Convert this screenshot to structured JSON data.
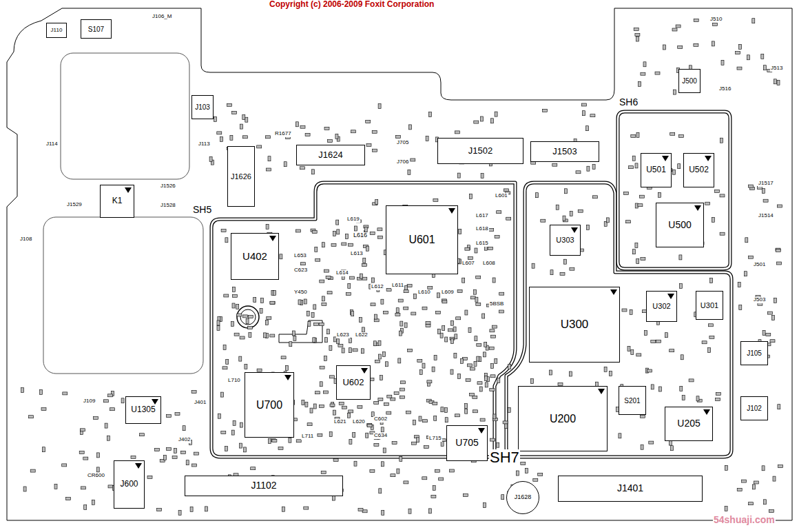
{
  "diagram": {
    "nodes": [
      {
        "text": [
          "J110"
        ]
      },
      {
        "text": [
          "S107"
        ]
      },
      {
        "text": [
          "J103"
        ]
      },
      {
        "text": [
          "J500"
        ]
      },
      {
        "text": [
          "J1624"
        ]
      },
      {
        "text": [
          "J1502"
        ]
      },
      {
        "text": [
          "J1503"
        ]
      },
      {
        "text": [
          "U501"
        ]
      },
      {
        "text": [
          "U502"
        ]
      },
      {
        "text": [
          "J1626"
        ]
      },
      {
        "text": [
          "K1"
        ]
      },
      {
        "text": [
          "U601"
        ]
      },
      {
        "text": [
          "U303"
        ]
      },
      {
        "text": [
          "U500"
        ]
      },
      {
        "text": [
          "U402"
        ]
      },
      {
        "text": [
          "U300"
        ]
      },
      {
        "text": [
          "U302"
        ]
      },
      {
        "text": [
          "U301"
        ]
      },
      {
        "text": [
          "J105"
        ]
      },
      {
        "text": [
          "U602"
        ]
      },
      {
        "text": [
          "U700"
        ]
      },
      {
        "text": [
          "U1305"
        ]
      },
      {
        "text": [
          "U200"
        ]
      },
      {
        "text": [
          "S201"
        ]
      },
      {
        "text": [
          "J102"
        ]
      },
      {
        "text": [
          "U205"
        ]
      },
      {
        "text": [
          "U705"
        ]
      },
      {
        "text": [
          "J600"
        ]
      },
      {
        "text": [
          "J1102"
        ]
      },
      {
        "text": [
          "J1401"
        ]
      },
      {
        "text": [
          "J1628"
        ]
      }
    ],
    "labels": [
      "Copyright (c) 2006-2009 Foxit Corporation",
      "SH5",
      "SH6",
      "SH7",
      "J106_M",
      "J1529",
      "J1526",
      "J1528",
      "R1677",
      "J705",
      "J706",
      "L601",
      "L617",
      "L618",
      "L615",
      "L619",
      "L616",
      "L613",
      "L614",
      "L612",
      "L611",
      "L610",
      "L609",
      "L607",
      "L608",
      "L653",
      "C623",
      "Y450",
      "L623",
      "L622",
      "L710",
      "L711",
      "L621",
      "L620",
      "C602",
      "C634",
      "L715",
      "5BSB",
      "J401",
      "J402",
      "J109",
      "CR600",
      "J108",
      "J114",
      "J113",
      "J510",
      "J513",
      "J516",
      "J1517",
      "J1514",
      "J501",
      "J503",
      "54shuaji.com"
    ]
  }
}
